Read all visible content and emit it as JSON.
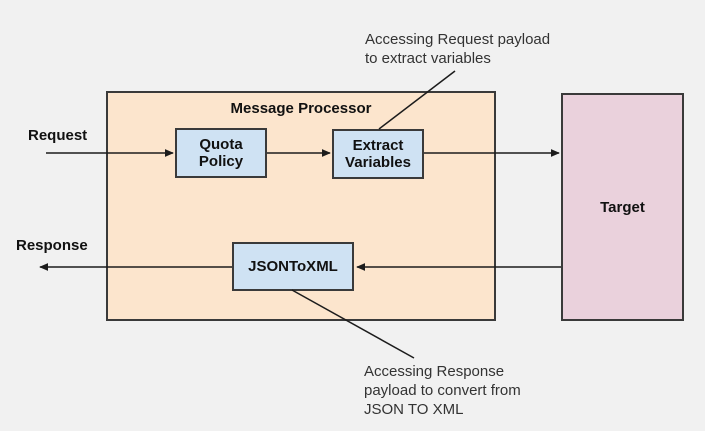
{
  "colors": {
    "background": "#f1f1f1",
    "processor_fill": "#fce5cd",
    "step_fill": "#cfe2f3",
    "target_fill": "#ead1dc",
    "shape_border": "#3a3a3a",
    "connector": "#1c1c1c",
    "label_text": "#111111",
    "annotation_text": "#333333"
  },
  "diagram": {
    "processor": {
      "title": "Message Processor"
    },
    "nodes": {
      "quota_policy": {
        "lines": [
          "Quota",
          "Policy"
        ]
      },
      "extract_variables": {
        "lines": [
          "Extract",
          "Variables"
        ]
      },
      "json_to_xml": {
        "label": "JSONToXML"
      },
      "target": {
        "label": "Target"
      }
    },
    "flow_labels": {
      "request": "Request",
      "response": "Response"
    },
    "annotations": {
      "request_payload": {
        "lines": [
          "Accessing Request payload",
          "to extract variables"
        ]
      },
      "response_payload": {
        "lines": [
          "Accessing Response",
          "payload to convert from",
          "JSON TO XML"
        ]
      }
    }
  }
}
